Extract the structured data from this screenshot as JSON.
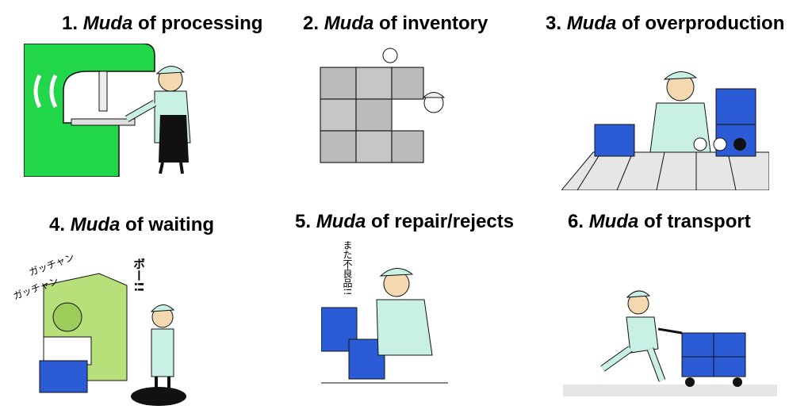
{
  "panels": [
    {
      "number": "1.",
      "term": "Muda",
      "suffix": " of processing"
    },
    {
      "number": "2.",
      "term": "Muda",
      "suffix": " of inventory"
    },
    {
      "number": "3.",
      "term": "Muda",
      "suffix": " of overproduction"
    },
    {
      "number": "4.",
      "term": "Muda",
      "suffix": " of waiting"
    },
    {
      "number": "5.",
      "term": "Muda",
      "suffix": " of repair/rejects"
    },
    {
      "number": "6.",
      "term": "Muda",
      "suffix": " of transport"
    }
  ],
  "sound_effects": {
    "waiting_machine_1": "ガッチャン",
    "waiting_machine_2": "ガッチャン",
    "waiting_worker": "ボー!!",
    "rejects_worker": "また不良品!!"
  },
  "colors": {
    "machine_green": "#22d64a",
    "machine_lightgreen": "#b8e07a",
    "uniform": "#c9f0e4",
    "bin_blue": "#2c5bd6",
    "apron": "#111111"
  }
}
